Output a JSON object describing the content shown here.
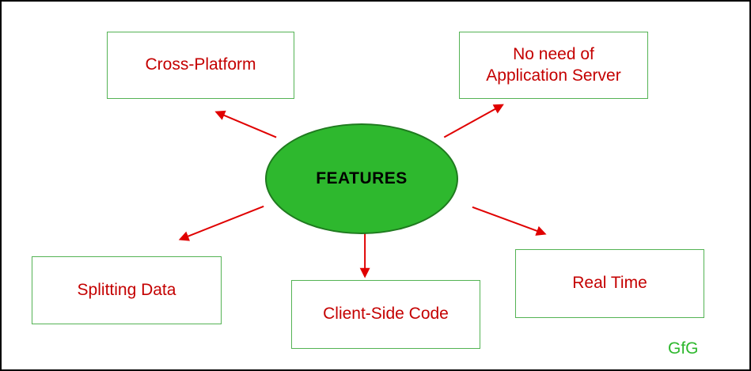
{
  "diagram": {
    "center": {
      "label": "FEATURES"
    },
    "nodes": [
      {
        "id": "cross-platform",
        "label": "Cross-Platform"
      },
      {
        "id": "no-app-server",
        "label": "No need of\nApplication Server"
      },
      {
        "id": "splitting-data",
        "label": "Splitting Data"
      },
      {
        "id": "client-side-code",
        "label": "Client-Side Code"
      },
      {
        "id": "real-time",
        "label": "Real Time"
      }
    ],
    "watermark": "GfG",
    "colors": {
      "ellipse_fill": "#2eb82e",
      "ellipse_stroke": "#1f7a1f",
      "box_border": "#54b354",
      "node_text": "#c40000",
      "arrow": "#e00000",
      "watermark": "#2eb82e",
      "center_text": "#000000"
    }
  }
}
